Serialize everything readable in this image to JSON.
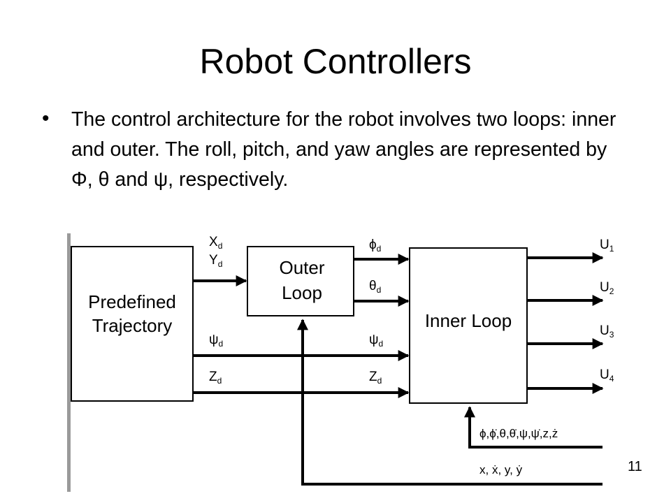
{
  "slide": {
    "title": "Robot Controllers",
    "bullet_marker": "•",
    "bullet": "The control architecture for the robot involves two loops: inner and outer. The roll, pitch, and yaw angles are represented by Φ, θ and ψ, respectively.",
    "page_number": "11"
  },
  "diagram": {
    "blocks": {
      "trajectory": [
        "Predefined",
        "Trajectory"
      ],
      "outer": [
        "Outer",
        "Loop"
      ],
      "inner": "Inner Loop"
    },
    "inputs_to_outer": [
      {
        "sym": "X",
        "sub": "d"
      },
      {
        "sym": "Y",
        "sub": "d"
      }
    ],
    "outer_outputs": [
      {
        "sym": "ϕ",
        "sub": "d"
      },
      {
        "sym": "θ",
        "sub": "d"
      }
    ],
    "pass_through": [
      {
        "sym": "ψ",
        "sub": "d"
      },
      {
        "sym": "Z",
        "sub": "d"
      }
    ],
    "outputs": [
      {
        "sym": "U",
        "sub": "1"
      },
      {
        "sym": "U",
        "sub": "2"
      },
      {
        "sym": "U",
        "sub": "3"
      },
      {
        "sym": "U",
        "sub": "4"
      }
    ],
    "feedback": {
      "inner": "ϕ,ϕ̇,θ,θ̇,ψ,ψ̇,z,ż",
      "outer": "x, ẋ, y, ẏ"
    }
  }
}
